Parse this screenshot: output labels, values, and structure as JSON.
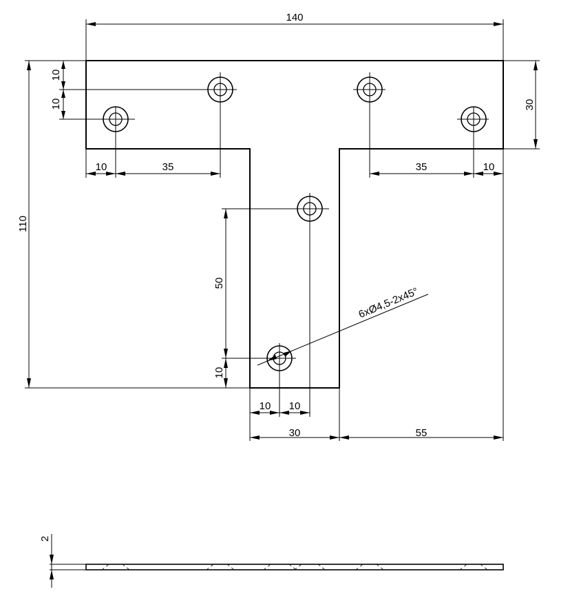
{
  "drawing": {
    "dimensions": {
      "overall_width": "140",
      "overall_height": "110",
      "flange_height": "30",
      "hole_top_offset": "10",
      "hole_row_gap": "10",
      "left_edge_to_hole": "10",
      "left_hole_spacing": "35",
      "right_hole_spacing": "35",
      "right_edge_to_hole": "10",
      "stem_hole_spacing": "50",
      "stem_bottom_to_hole": "10",
      "stem_left_to_hole": "10",
      "stem_hole_to_hole_x": "10",
      "stem_width": "30",
      "right_overhang": "55",
      "thickness": "2"
    },
    "hole_callout": "6xØ4,5-2x45°"
  }
}
